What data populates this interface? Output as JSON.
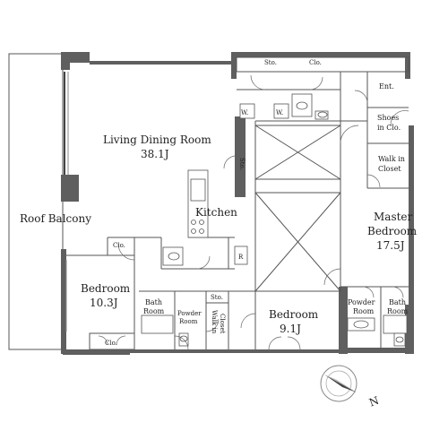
{
  "rooms": {
    "living_dining": {
      "name": "Living Dining Room",
      "area": "38.1J"
    },
    "kitchen": {
      "name": "Kitchen"
    },
    "roof_balcony": {
      "name": "Roof Balcony"
    },
    "master_bedroom": {
      "name": "Master",
      "name2": "Bedroom",
      "area": "17.5J"
    },
    "bedroom_west": {
      "name": "Bedroom",
      "area": "10.3J"
    },
    "bedroom_center": {
      "name": "Bedroom",
      "area": "9.1J"
    },
    "bath_west": {
      "line1": "Bath",
      "line2": "Room"
    },
    "powder_west": {
      "line1": "Powder",
      "line2": "Room"
    },
    "walkin_center": {
      "line1": "Walk in",
      "line2": "Closet"
    },
    "powder_east": {
      "line1": "Powder",
      "line2": "Room"
    },
    "bath_east": {
      "line1": "Bath",
      "line2": "Room"
    },
    "entrance": {
      "name": "Ent."
    },
    "shoes_closet": {
      "line1": "Shoes",
      "line2": "in Clo."
    },
    "walkin_master": {
      "line1": "Walk in",
      "line2": "Closet"
    }
  },
  "storage": {
    "sto_top": "Sto.",
    "clo_top": "Clo.",
    "sto_left": "Sto.",
    "clo_bedroom_top": "Clo.",
    "clo_bedroom_bottom": "Clo.",
    "sto_center": "Sto."
  },
  "fixtures": {
    "washer_1": "W.",
    "washer_2": "W.",
    "refrigerator": "R"
  },
  "compass": {
    "north_label": "N"
  },
  "colors": {
    "walls": "#5f5f5f",
    "lines": "#555555",
    "background": "#ffffff"
  }
}
